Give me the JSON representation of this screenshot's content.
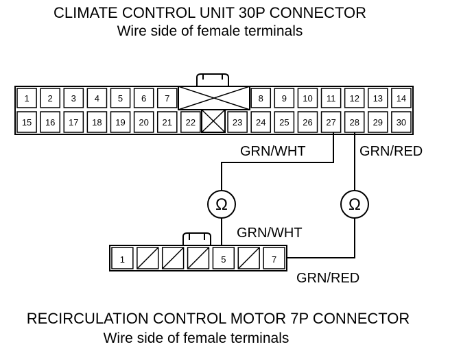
{
  "upper_connector": {
    "title": "CLIMATE CONTROL UNIT 30P CONNECTOR",
    "subtitle": "Wire side of female terminals",
    "top_row": [
      "1",
      "2",
      "3",
      "4",
      "5",
      "6",
      "7",
      "",
      "",
      "",
      "8",
      "9",
      "10",
      "11",
      "12",
      "13",
      "14"
    ],
    "bottom_row": [
      "15",
      "16",
      "17",
      "18",
      "19",
      "20",
      "21",
      "22",
      "",
      "23",
      "24",
      "25",
      "26",
      "27",
      "28",
      "29",
      "30"
    ]
  },
  "lower_connector": {
    "title": "RECIRCULATION CONTROL MOTOR 7P CONNECTOR",
    "subtitle": "Wire side of female terminals",
    "cells": [
      "1",
      "",
      "",
      "",
      "5",
      "",
      "7"
    ]
  },
  "wires": {
    "left_upper_label": "GRN/WHT",
    "right_upper_label": "GRN/RED",
    "left_lower_label": "GRN/WHT",
    "right_lower_label": "GRN/RED"
  },
  "meters": {
    "left_symbol": "Ω",
    "right_symbol": "Ω"
  }
}
